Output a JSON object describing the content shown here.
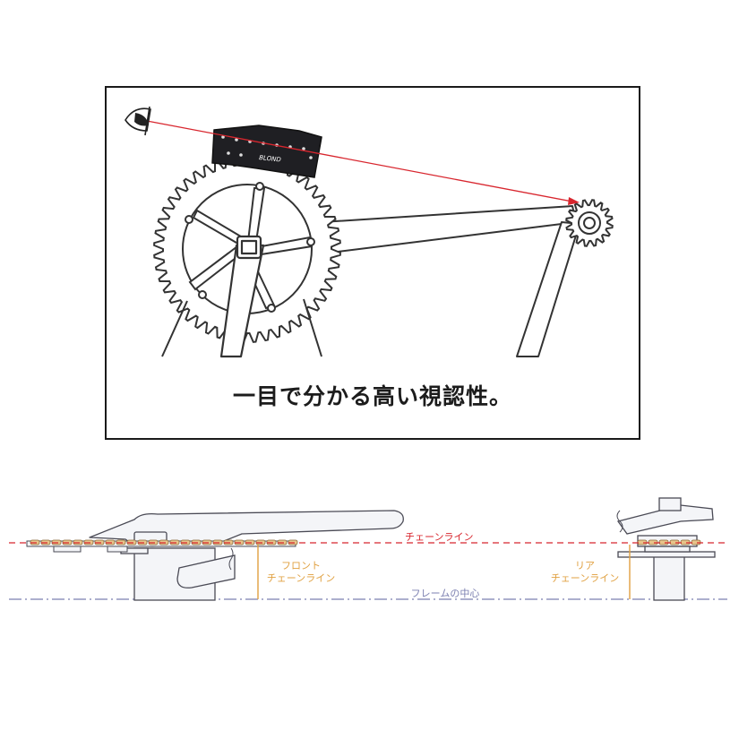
{
  "top_panel": {
    "caption": "一目で分かる高い視認性。",
    "tool_brand": "BLOND"
  },
  "chainline_diagram": {
    "chain_line_label": "チェーンライン",
    "front_label_line1": "フロント",
    "front_label_line2": "チェーンライン",
    "rear_label_line1": "リア",
    "rear_label_line2": "チェーンライン",
    "frame_center_label": "フレームの中心"
  },
  "colors": {
    "sight_line": "#d8262e",
    "chain_line": "#d8262e",
    "frame_center_line": "#7b7fb0",
    "chainline_measure": "#e0a040",
    "part_fill": "#f4f5f8",
    "outline": "#4a4a55"
  }
}
